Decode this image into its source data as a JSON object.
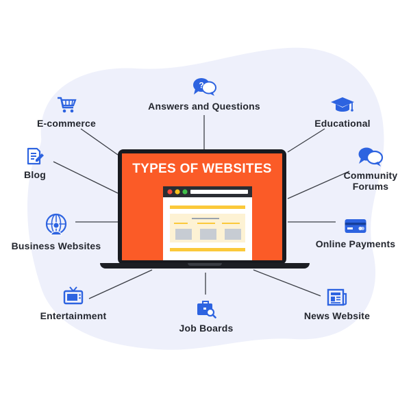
{
  "title": "TYPES OF WEBSITES",
  "colors": {
    "accent": "#2d63e0",
    "screen": "#fb5b27",
    "blob": "#eef0fb",
    "text": "#23262e"
  },
  "nodes": [
    {
      "label": "Answers and Questions",
      "icon": "question-chat-icon"
    },
    {
      "label": "E-commerce",
      "icon": "shopping-cart-icon"
    },
    {
      "label": "Educational",
      "icon": "graduation-cap-icon"
    },
    {
      "label": "Blog",
      "icon": "document-edit-icon"
    },
    {
      "label": "Community Forums",
      "icon": "chat-bubbles-icon"
    },
    {
      "label": "Business Websites",
      "icon": "globe-user-icon"
    },
    {
      "label": "Online Payments",
      "icon": "credit-card-icon"
    },
    {
      "label": "Entertainment",
      "icon": "television-icon"
    },
    {
      "label": "Job Boards",
      "icon": "briefcase-search-icon"
    },
    {
      "label": "News Website",
      "icon": "newspaper-icon"
    }
  ]
}
